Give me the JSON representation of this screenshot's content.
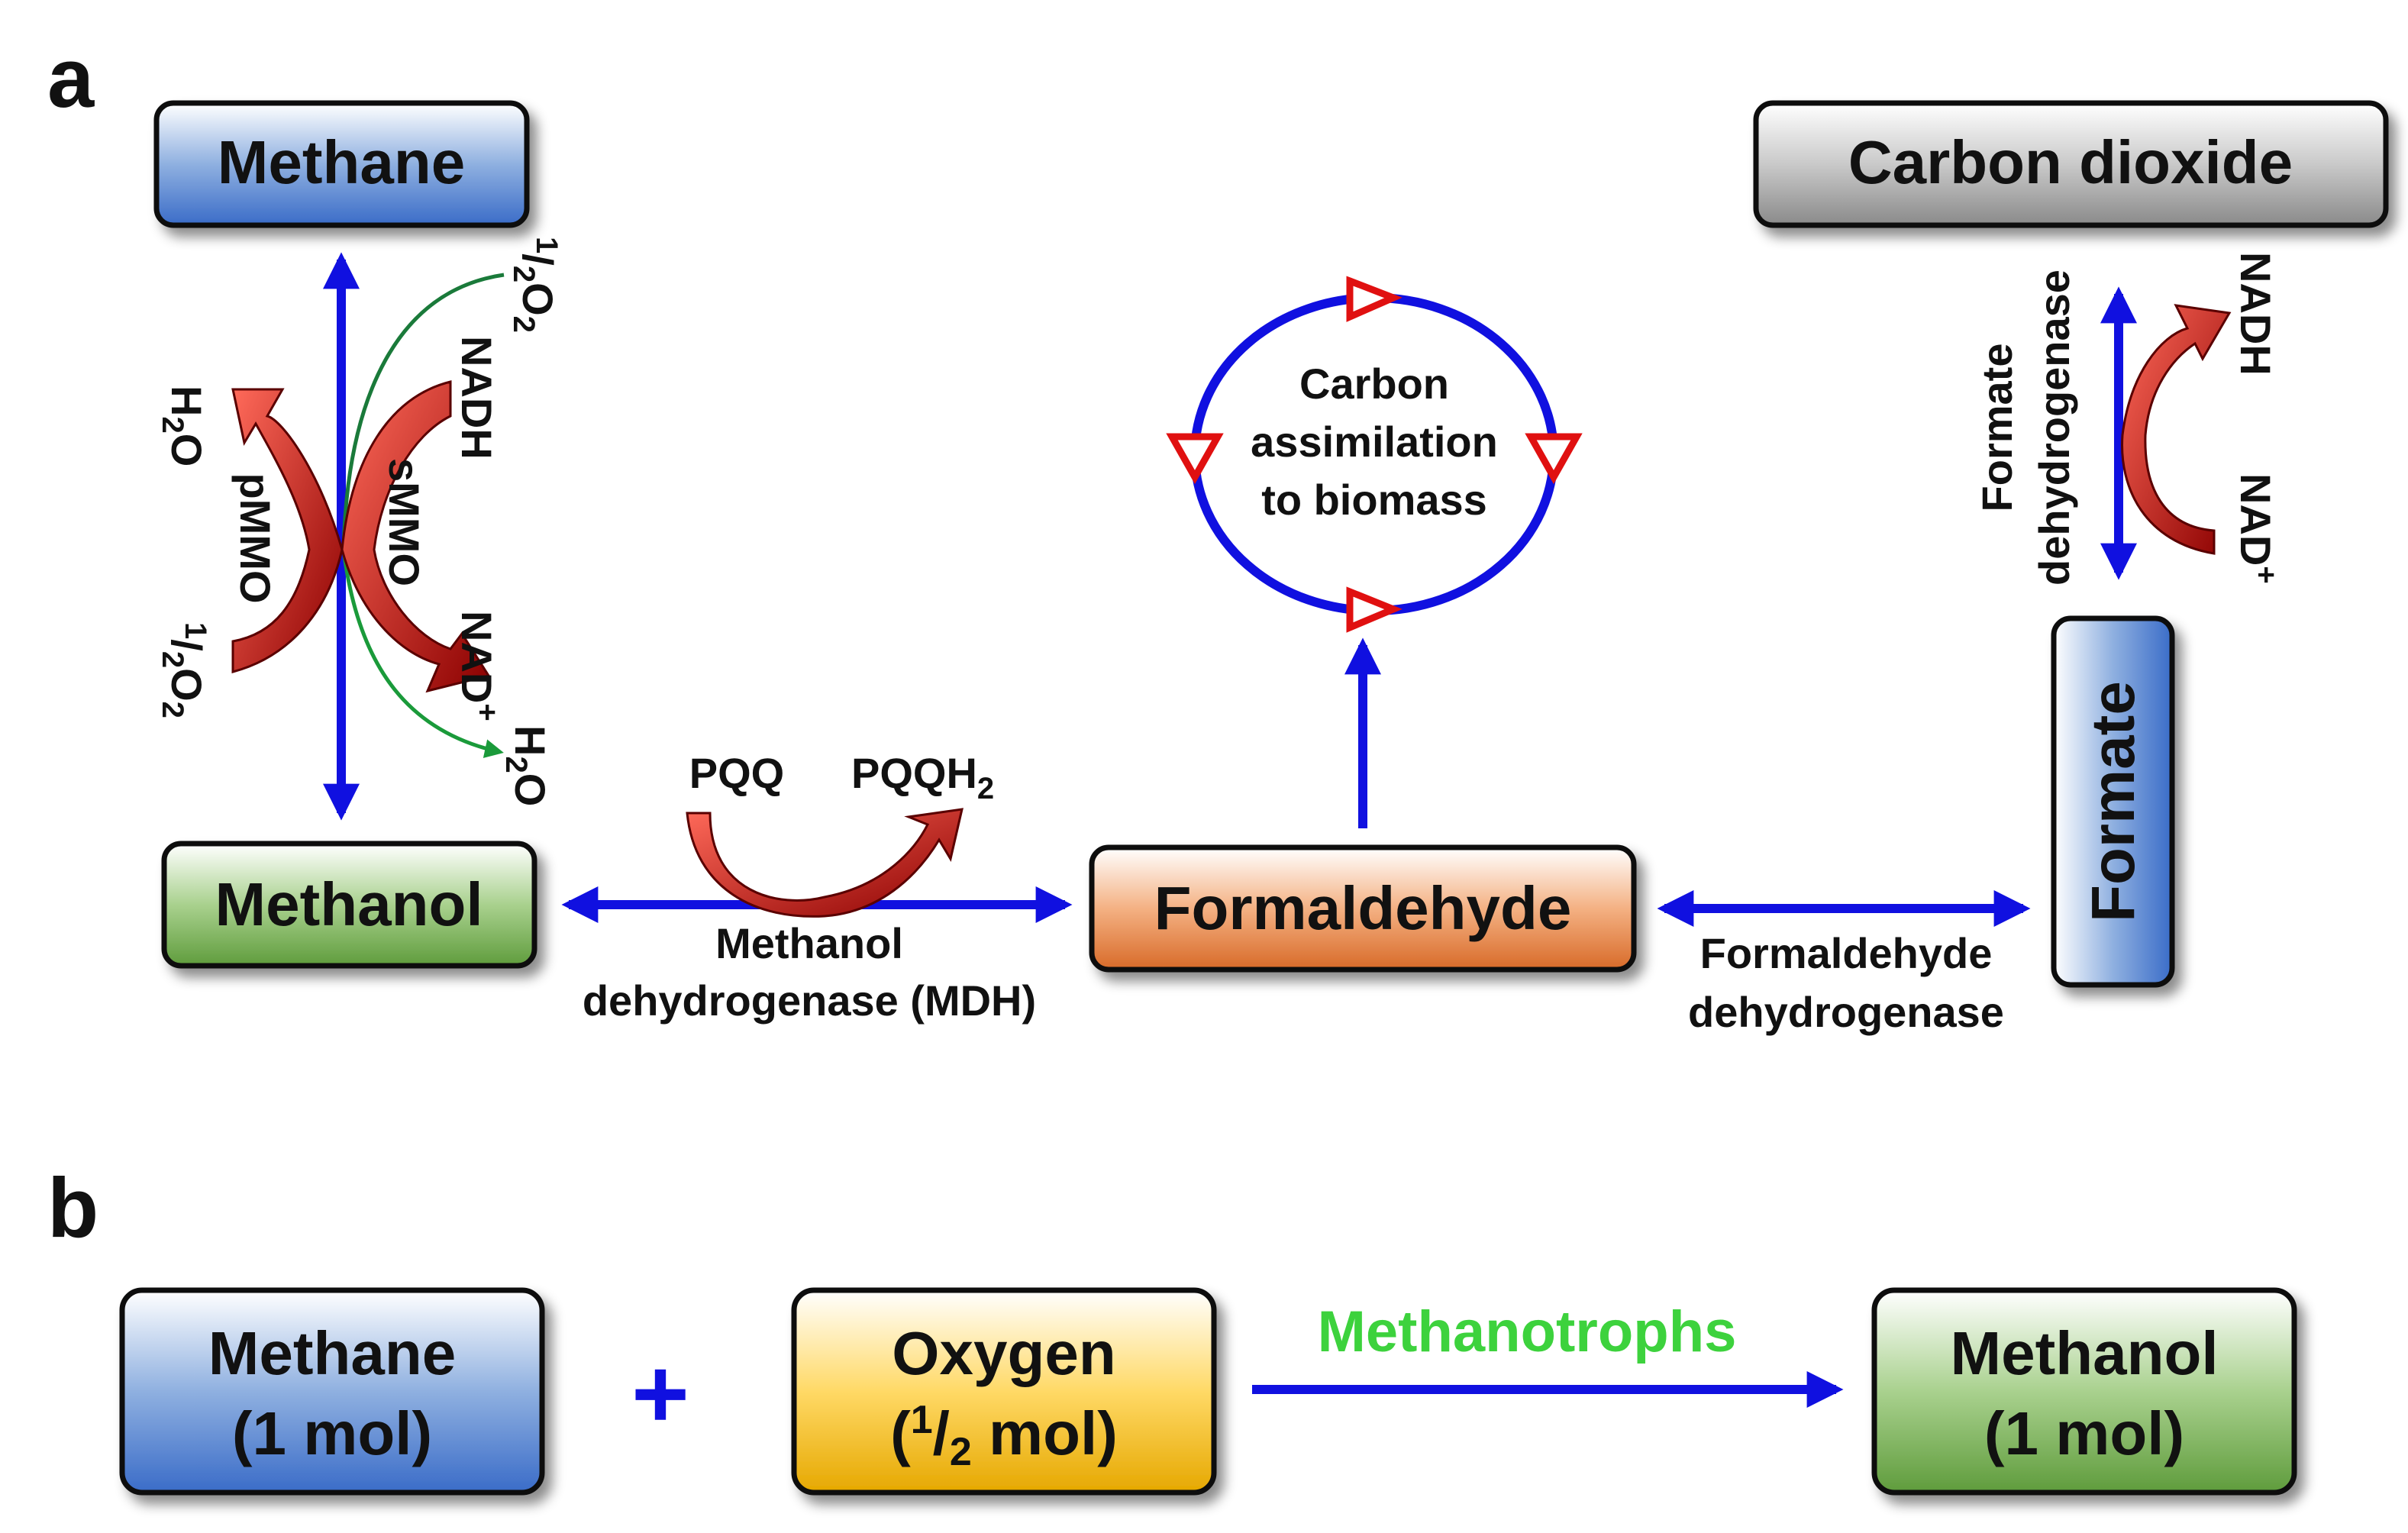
{
  "panel_a": {
    "label": "a",
    "methane": "Methane",
    "methanol": "Methanol",
    "formaldehyde": "Formaldehyde",
    "carbon_dioxide": "Carbon dioxide",
    "formate": "Formate",
    "o2_half_top": "O",
    "o2_sub": "2",
    "half_num": "1",
    "half_den": "2",
    "nadh_left": "NADH",
    "h2o_left": "H",
    "h2o_sub": "2",
    "h2o_o": "O",
    "pmmo": "pMMO",
    "smmo": "sMMO",
    "nad_plus_left": "NAD",
    "plus": "+",
    "h2o_bottom": "H",
    "h2o_bottom_sub": "2",
    "h2o_bottom_o": "O",
    "pqq": "PQQ",
    "pqqh": "PQQH",
    "pqqh_sub": "2",
    "mdh_line1": "Methanol",
    "mdh_line2": "dehydrogenase (MDH)",
    "cycle_line1": "Carbon",
    "cycle_line2": "assimilation",
    "cycle_line3": "to biomass",
    "fald_line1": "Formaldehyde",
    "fald_line2": "dehydrogenase",
    "fdh_line1": "Formate",
    "fdh_line2": "dehydrogenase",
    "nadh_right": "NADH",
    "nad_right": "NAD"
  },
  "panel_b": {
    "label": "b",
    "methane_line1": "Methane",
    "methane_line2": "(1 mol)",
    "plus": "+",
    "oxygen_line1": "Oxygen",
    "oxygen_open": "(",
    "oxygen_num": "1",
    "oxygen_slash": "/",
    "oxygen_den": "2",
    "oxygen_rest": " mol)",
    "arrow_label": "Methanotrophs",
    "methanol_line1": "Methanol",
    "methanol_line2": "(1 mol)"
  },
  "colors": {
    "arrow_blue": "#1010e0",
    "curve_red": "#c8102e",
    "curve_green": "#1a7a3a",
    "methanotrophs_green": "#3dd23d",
    "cycle_blue": "#1010e0"
  }
}
